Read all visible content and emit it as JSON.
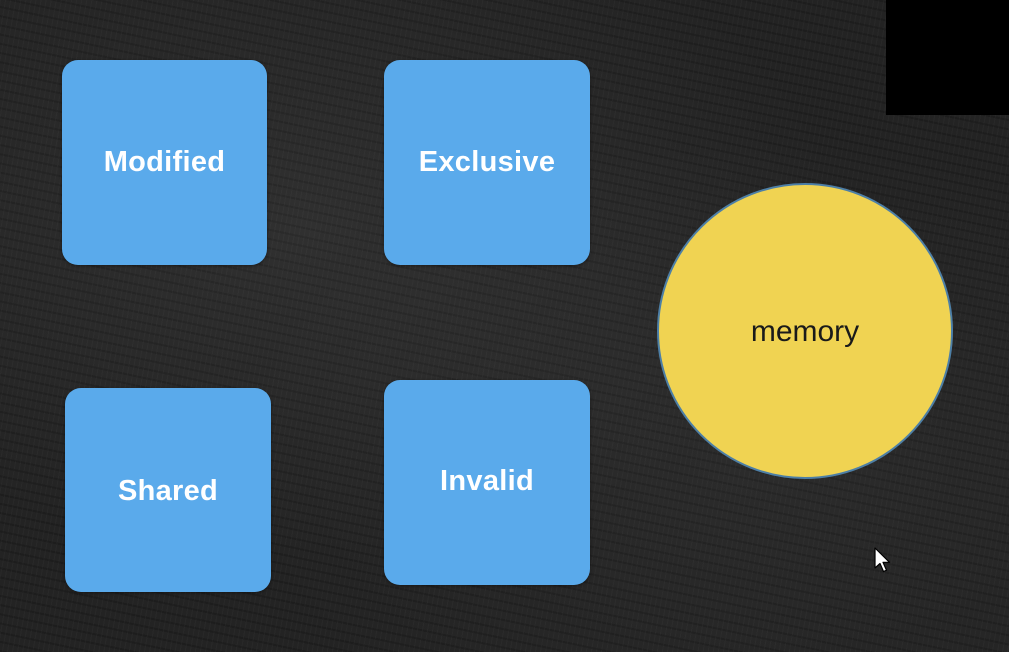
{
  "states": [
    {
      "id": "modified",
      "label": "Modified"
    },
    {
      "id": "exclusive",
      "label": "Exclusive"
    },
    {
      "id": "shared",
      "label": "Shared"
    },
    {
      "id": "invalid",
      "label": "Invalid"
    }
  ],
  "memory": {
    "label": "memory"
  },
  "colors": {
    "background": "#232323",
    "state_box": "#5aaaeb",
    "state_text": "#ffffff",
    "memory_fill": "#f0d352",
    "memory_border": "#4d7fa6",
    "memory_text": "#1a1a1a",
    "corner_block": "#000000"
  },
  "icons": {
    "cursor": "mouse-pointer-icon"
  }
}
